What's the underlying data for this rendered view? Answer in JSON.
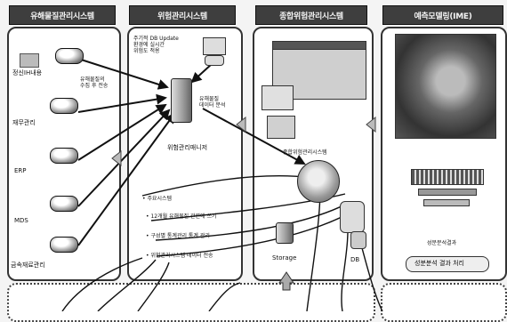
{
  "headers": {
    "h1": "유해물질관리시스템",
    "h2": "위험관리시스템",
    "h3": "종합위험관리시스템",
    "h4": "예측모델링(IME)"
  },
  "left_column": {
    "items": [
      {
        "label": "정신IH내용"
      },
      {
        "label": "재무관리"
      },
      {
        "label": "ERP"
      },
      {
        "label": "MDS"
      },
      {
        "label": "금속재료관리"
      }
    ],
    "arrow_note": "유해물질의\n수집 후 전송"
  },
  "middle_column": {
    "top_note": "주기적 DB Update\n환경에 실시간\n위험도 적용",
    "server_label": "위험관리매니저",
    "server_side_note": "유해물질\n데이터 분석",
    "section_title": "• 주요시스템",
    "bullets": [
      "• 12개월 유해물질 관련에 쓰기",
      "• 구성별 통계관리 통계 관리",
      "• 위험관리시스템 데이터 전송"
    ]
  },
  "right_column": {
    "central_label": "종합위험관리시스템",
    "storage_label": "Storage",
    "db_label": "DB"
  },
  "far_right": {
    "caption": "성분분석결과",
    "footer": "성분분석 결과 처리"
  }
}
